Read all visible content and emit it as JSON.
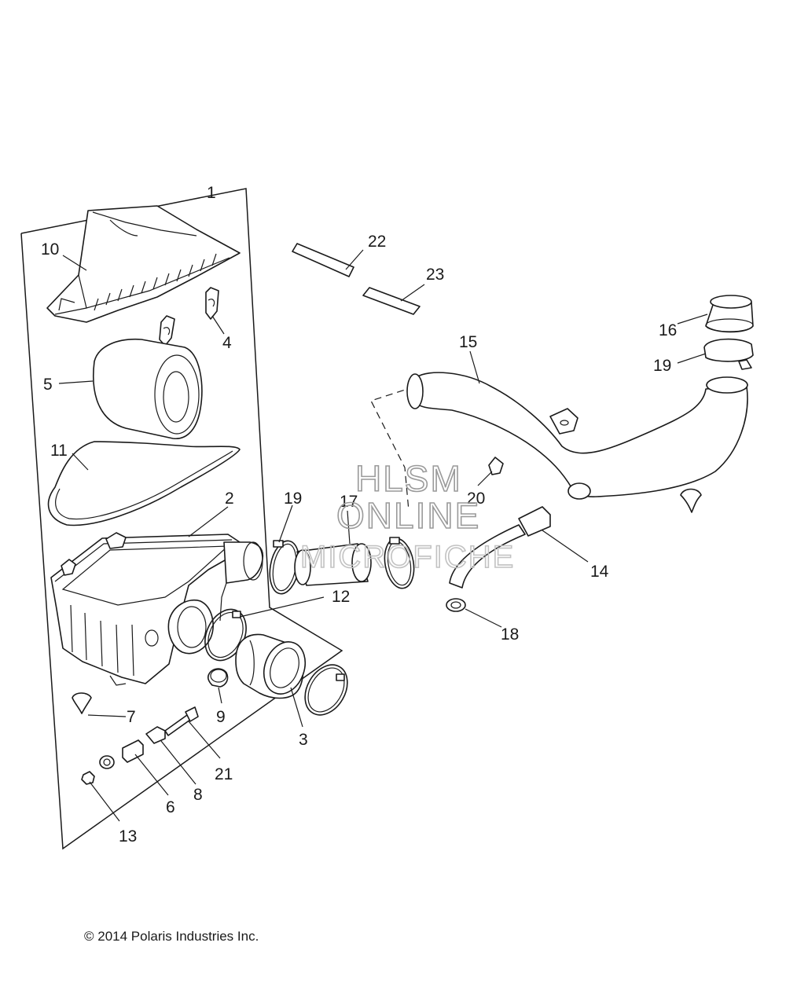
{
  "callouts": {
    "c1": "1",
    "c2": "2",
    "c3": "3",
    "c4": "4",
    "c5": "5",
    "c6": "6",
    "c7": "7",
    "c8": "8",
    "c9": "9",
    "c10": "10",
    "c11": "11",
    "c12": "12",
    "c13": "13",
    "c14": "14",
    "c15": "15",
    "c16": "16",
    "c17": "17",
    "c18": "18",
    "c19a": "19",
    "c19b": "19",
    "c20": "20",
    "c21": "21",
    "c22": "22",
    "c23": "23"
  },
  "watermark": {
    "line1": "HLSM",
    "line2": "ONLINE",
    "line3": "MICROFICHE"
  },
  "footer": {
    "copyright": "© 2014 Polaris Industries Inc."
  }
}
